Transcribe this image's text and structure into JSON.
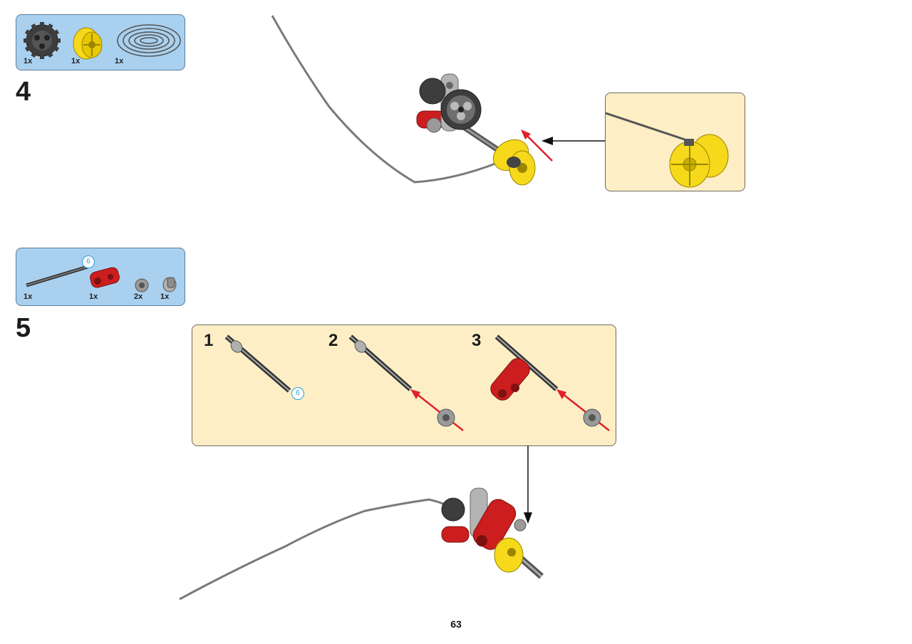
{
  "page_number": "63",
  "steps": [
    {
      "number": "4",
      "parts": [
        {
          "name": "gear",
          "qty": "1x"
        },
        {
          "name": "yellow-pulley",
          "qty": "1x"
        },
        {
          "name": "string",
          "qty": "1x"
        }
      ]
    },
    {
      "number": "5",
      "parts": [
        {
          "name": "axle",
          "qty": "1x",
          "length": "6"
        },
        {
          "name": "red-connector",
          "qty": "1x"
        },
        {
          "name": "bush",
          "qty": "2x"
        },
        {
          "name": "half-bush",
          "qty": "1x"
        }
      ],
      "substeps": [
        {
          "number": "1",
          "length": "6"
        },
        {
          "number": "2"
        },
        {
          "number": "3"
        }
      ]
    }
  ],
  "colors": {
    "parts_bg": "#a9d0ef",
    "callout_bg": "#fdeec5",
    "arrow_red": "#e0202a",
    "part_red": "#cc1e1e",
    "part_yellow": "#f5d91a",
    "part_gray": "#8c8c8c",
    "string_gray": "#7a7a7a"
  }
}
